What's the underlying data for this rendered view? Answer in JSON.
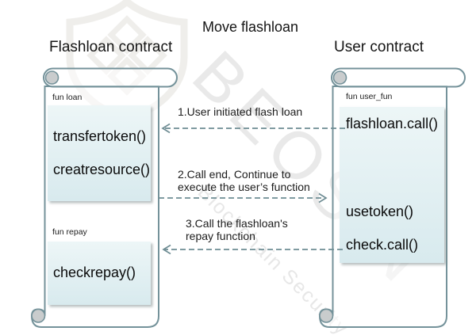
{
  "title": "Move flashloan",
  "watermark": {
    "brand": "BEOSIN",
    "tagline": "Blockchain Security"
  },
  "flashloan_contract": {
    "header": "Flashloan contract",
    "loan_section": {
      "label": "fun loan",
      "functions": [
        "transfertoken()",
        "creatresource()"
      ]
    },
    "repay_section": {
      "label": "fun repay",
      "functions": [
        "checkrepay()"
      ]
    }
  },
  "user_contract": {
    "header": "User contract",
    "section": {
      "label": "fun user_fun"
    },
    "functions": [
      "flashloan.call()",
      "usetoken()",
      "check.call()"
    ]
  },
  "arrows": [
    {
      "num": 1,
      "direction": "right-to-left",
      "line1": "1.User initiated flash loan"
    },
    {
      "num": 2,
      "direction": "left-to-right",
      "line1": "2.Call end, Continue to",
      "line2": "execute the user’s function"
    },
    {
      "num": 3,
      "direction": "right-to-left",
      "line1": "3.Call the flashloan's",
      "line2": "repay function"
    }
  ],
  "colors": {
    "scroll_outline": "#74929a",
    "function_box_fill": "#ddedf0",
    "arrow_dash": "#6f8d94",
    "watermark_gray": "#ebebeb"
  }
}
